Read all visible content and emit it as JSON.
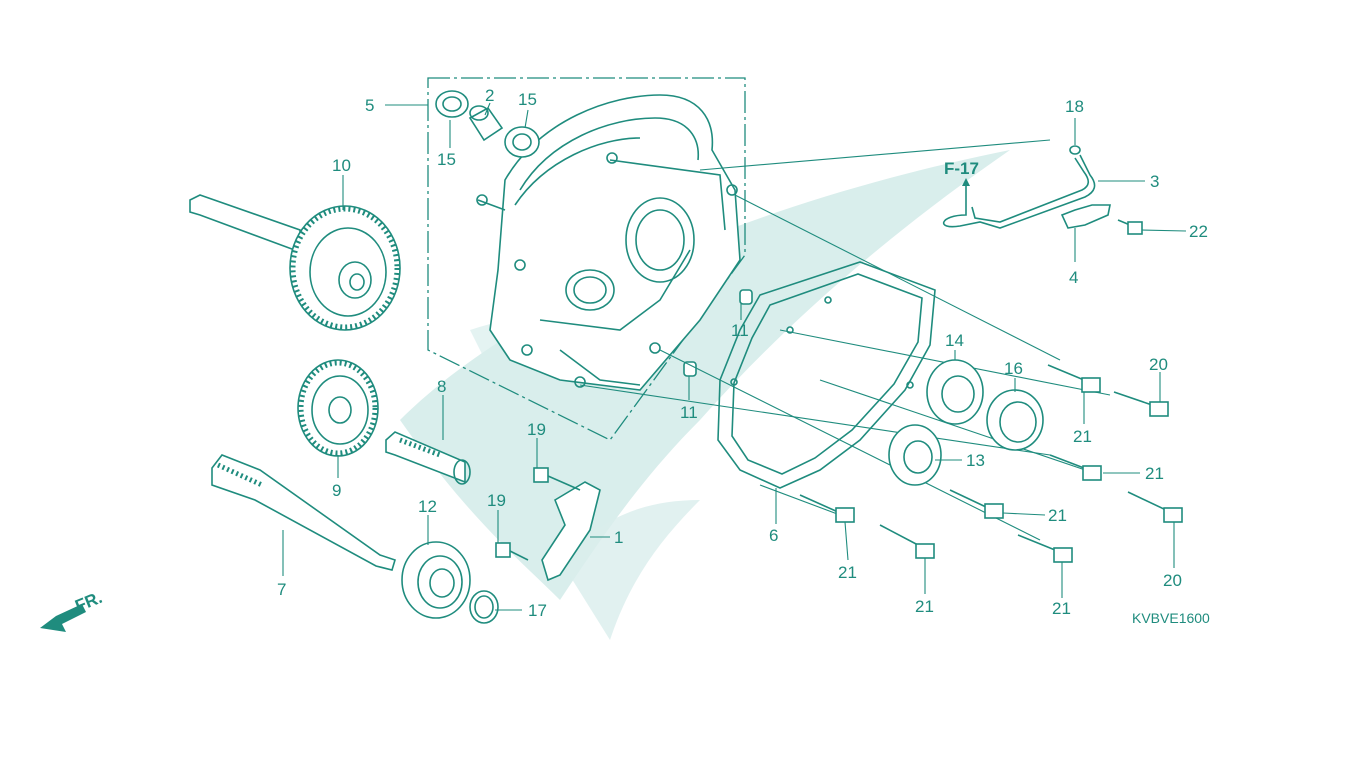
{
  "diagram": {
    "part_numbers": [
      "1",
      "2",
      "3",
      "4",
      "5",
      "6",
      "7",
      "8",
      "9",
      "10",
      "11",
      "12",
      "13",
      "14",
      "15",
      "16",
      "17",
      "18",
      "19",
      "20",
      "21",
      "22"
    ],
    "callouts": {
      "p1": "1",
      "p2": "2",
      "p3": "3",
      "p4": "4",
      "p5": "5",
      "p6": "6",
      "p7": "7",
      "p8": "8",
      "p9": "9",
      "p10": "10",
      "p11a": "11",
      "p11b": "11",
      "p12": "12",
      "p13": "13",
      "p14": "14",
      "p15a": "15",
      "p15b": "15",
      "p16": "16",
      "p17": "17",
      "p18": "18",
      "p19a": "19",
      "p19b": "19",
      "p20a": "20",
      "p20b": "20",
      "p21a": "21",
      "p21b": "21",
      "p21c": "21",
      "p21d": "21",
      "p21e": "21",
      "p21f": "21",
      "p22": "22"
    },
    "section_ref": "F-17",
    "front_marker": "FR.",
    "diagram_code": "KVBVE1600",
    "line_color": "#1f8c7e",
    "watermark_color": "#d9eeec"
  }
}
